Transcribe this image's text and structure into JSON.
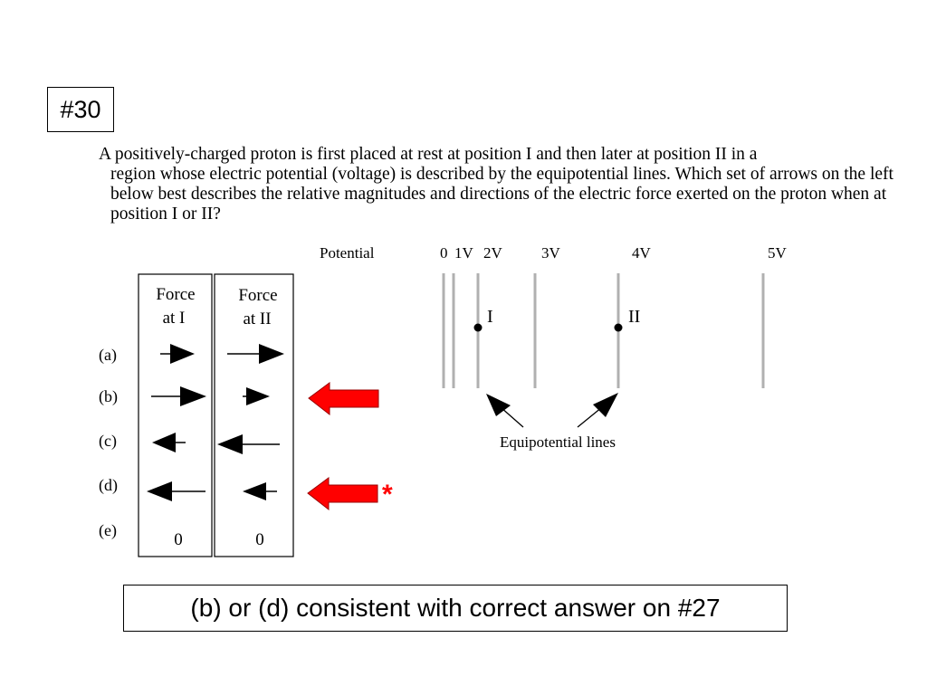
{
  "slide": {
    "number": "#30"
  },
  "question": {
    "line1": "A positively-charged proton is first placed at rest at position I and then later at position II in a",
    "rest": "region whose electric potential (voltage) is described by the equipotential lines. Which set of arrows on the left below best describes the relative magnitudes and directions of the electric force exerted on the proton when at position I or II?"
  },
  "table": {
    "headers": {
      "col1_line1": "Force",
      "col1_line2": "at I",
      "col2_line1": "Force",
      "col2_line2": "at II"
    },
    "rows": [
      {
        "label": "(a)",
        "force_I": "right-short-arrow",
        "force_II": "right-long-arrow"
      },
      {
        "label": "(b)",
        "force_I": "right-long-arrow",
        "force_II": "right-short-arrow"
      },
      {
        "label": "(c)",
        "force_I": "left-short-arrow",
        "force_II": "left-long-arrow"
      },
      {
        "label": "(d)",
        "force_I": "left-long-arrow",
        "force_II": "left-short-arrow"
      },
      {
        "label": "(e)",
        "force_I": "0",
        "force_II": "0"
      }
    ]
  },
  "potential": {
    "label": "Potential",
    "levels": [
      "0",
      "1V",
      "2V",
      "3V",
      "4V",
      "5V"
    ],
    "positions": [
      "I",
      "II"
    ],
    "lines_caption": "Equipotential lines"
  },
  "markers": {
    "star": "*",
    "arrow_color": "#ff0000"
  },
  "answer": {
    "text": "(b) or (d) consistent with correct answer on #27"
  }
}
